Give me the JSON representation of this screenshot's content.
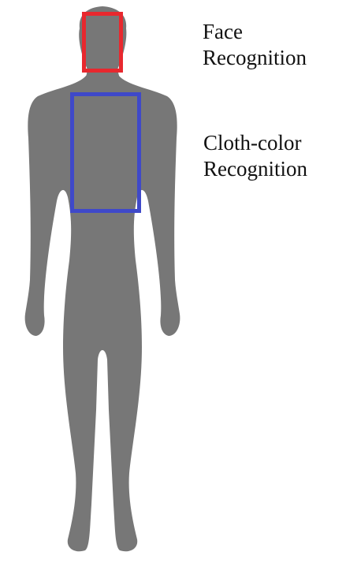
{
  "labels": {
    "face": {
      "line1": "Face",
      "line2": "Recognition"
    },
    "cloth": {
      "line1": "Cloth-color",
      "line2": "Recognition"
    }
  },
  "colors": {
    "silhouette": "#777777",
    "face_box": "#e8282e",
    "cloth_box": "#3f49c9",
    "text": "#111111"
  }
}
